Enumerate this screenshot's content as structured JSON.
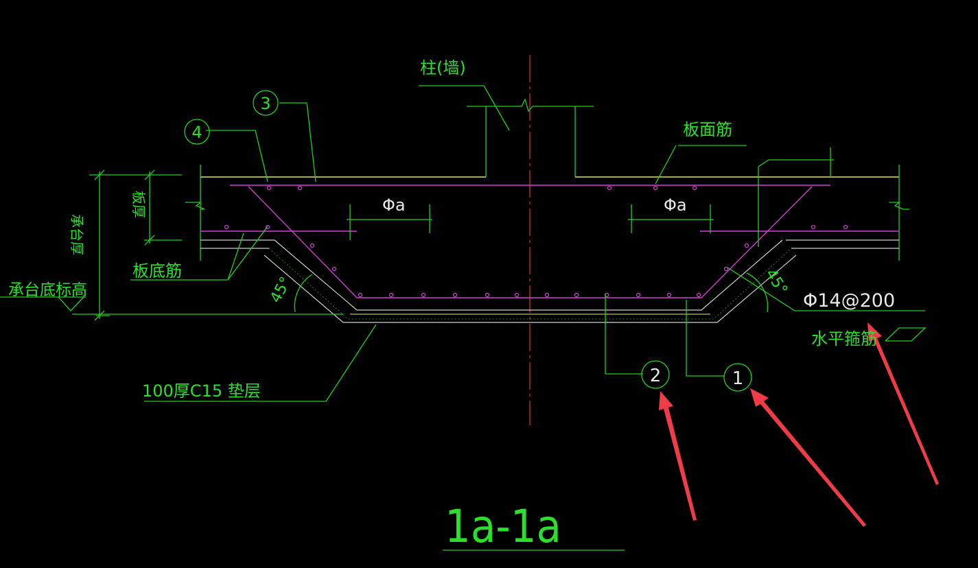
{
  "labels": {
    "column_wall": "柱(墙)",
    "slab_top_rebar": "板面筋",
    "slab_thickness": "板厚",
    "cap_thickness": "承台厚",
    "slab_bottom_rebar": "板底筋",
    "cap_bottom_elevation": "承台底标高",
    "angle_left": "45°",
    "angle_right": "45°",
    "bar_spec": "Φ14@200",
    "horizontal_stirrup": "水平箍筋",
    "cushion": "100厚C15 垫层",
    "phi_a_left": "Φa",
    "phi_a_right": "Φa",
    "section_title": "1a-1a"
  },
  "callouts": {
    "c1": "1",
    "c2": "2",
    "c3": "3",
    "c4": "4"
  },
  "colors": {
    "background": "#000000",
    "lines": "#1fd21f",
    "rebar": "#d23fd2",
    "concrete_edge": "#e6e64a",
    "centerline": "#e23333",
    "annotation_arrows": "#f03c46"
  }
}
